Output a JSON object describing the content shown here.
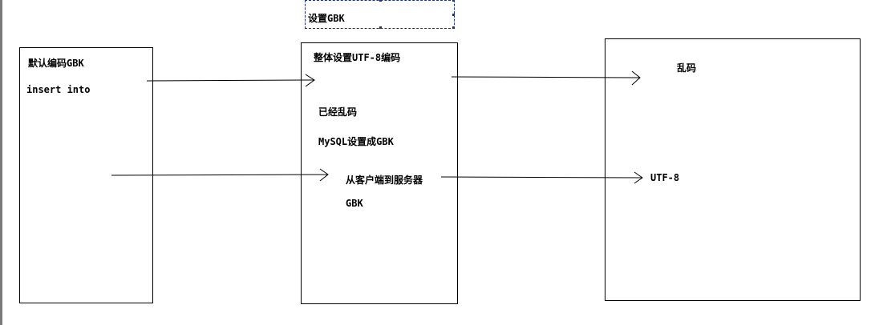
{
  "selected_textbox": {
    "text": "设置GBK"
  },
  "client_box": {
    "default_encoding": "默认编码GBK",
    "statement": "insert into"
  },
  "server_box": {
    "title": "整体设置UTF-8编码",
    "already_garbled": "已经乱码",
    "mysql_setting": "MySQL设置成GBK",
    "client_to_server": "从客户端到服务器",
    "gbk": "GBK"
  },
  "result_box": {
    "garbled": "乱码",
    "utf8": "UTF-8"
  },
  "colors": {
    "stroke": "#000000",
    "selection": "#1a2f80",
    "edge": "#7a7a7a"
  }
}
